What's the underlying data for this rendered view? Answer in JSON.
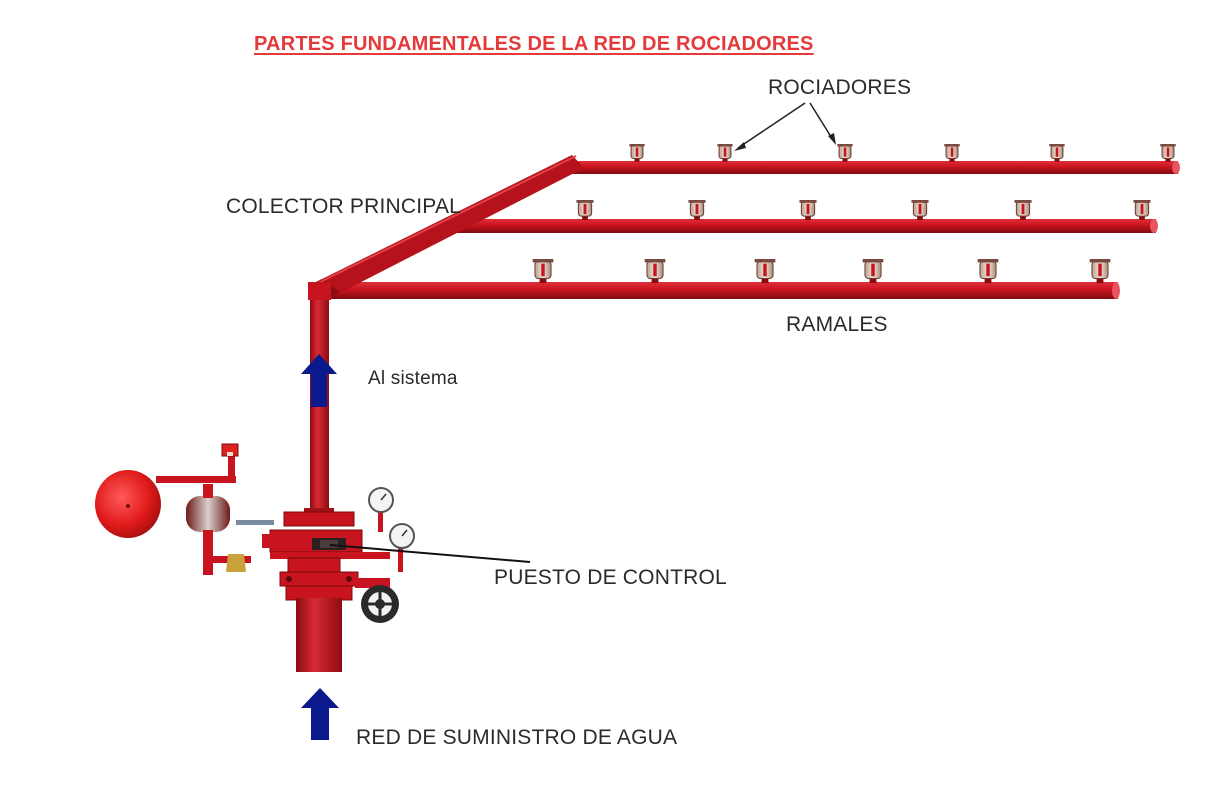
{
  "title": "PARTES FUNDAMENTALES DE LA RED DE ROCIADORES",
  "labels": {
    "rociadores": "ROCIADORES",
    "colector_principal": "COLECTOR PRINCIPAL",
    "ramales": "RAMALES",
    "al_sistema": "Al sistema",
    "puesto_de_control": "PUESTO DE CONTROL",
    "red_de_suministro": "RED DE SUMINISTRO DE AGUA"
  },
  "colors": {
    "pipe": "#c8141e",
    "pipe_dark": "#8e0b12",
    "arrow": "#0a1a8c",
    "title": "#e53a3a",
    "text": "#2a2a2a"
  },
  "diagram": {
    "branch_lines": 3,
    "sprinklers_per_branch": 6,
    "flow_arrows": 2,
    "pressure_gauges": 2
  }
}
